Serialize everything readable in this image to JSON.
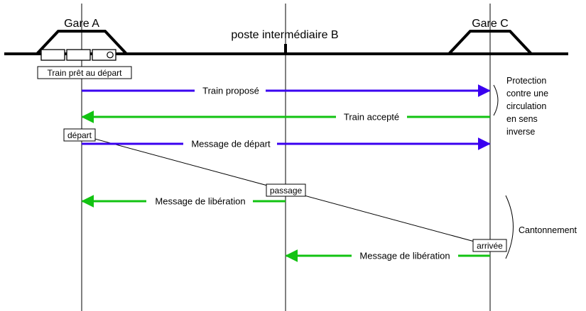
{
  "stations": {
    "a": "Gare A",
    "b": "poste intermédiaire B",
    "c": "Gare C"
  },
  "tags": {
    "train_ready": "Train prêt au départ",
    "departure": "départ",
    "passage": "passage",
    "arrival": "arrivée"
  },
  "messages": {
    "proposed": "Train proposé",
    "accepted": "Train accepté",
    "departure": "Message de départ",
    "release_b_to_a": "Message de libération",
    "release_c_to_b": "Message de libération"
  },
  "notes": {
    "protection": [
      "Protection",
      "contre une",
      "circulation",
      "en sens",
      "inverse"
    ],
    "block": "Cantonnement"
  },
  "colors": {
    "request": "#3a00f0",
    "reply": "#12c312",
    "line": "#000000"
  }
}
